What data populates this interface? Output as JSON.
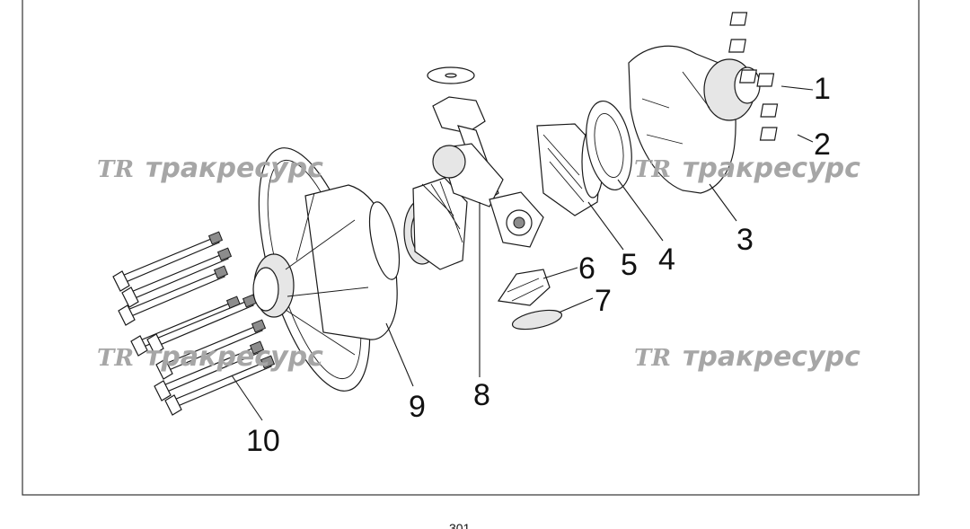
{
  "watermarks": [
    {
      "logo": "TR",
      "text": "тракресурс"
    },
    {
      "logo": "TR",
      "text": "тракресурс"
    },
    {
      "logo": "TR",
      "text": "тракресурс"
    },
    {
      "logo": "TR",
      "text": "тракресурс"
    }
  ],
  "callouts": [
    "1",
    "2",
    "3",
    "4",
    "5",
    "6",
    "7",
    "8",
    "9",
    "10"
  ],
  "page_number": "301"
}
